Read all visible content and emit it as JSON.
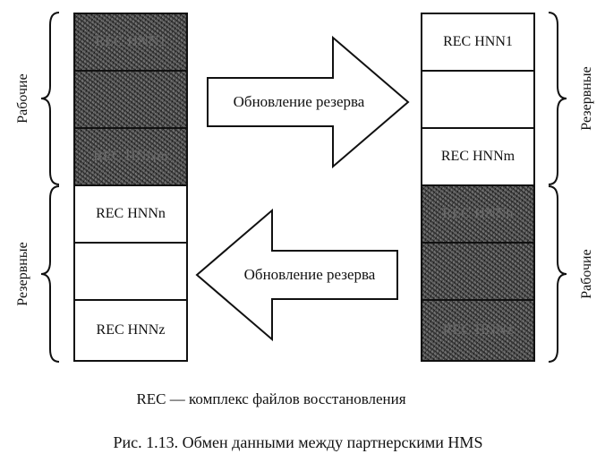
{
  "left_stack": {
    "cells": [
      "REC HNN1",
      "",
      "REC HNNm",
      "REC HNNn",
      "",
      "REC HNNz"
    ],
    "working_label": "Рабочие",
    "reserve_label": "Резервные"
  },
  "right_stack": {
    "cells": [
      "REC HNN1",
      "",
      "REC HNNm",
      "REC HNNn",
      "",
      "REC HNNz"
    ],
    "reserve_label": "Резервные",
    "working_label": "Рабочие"
  },
  "arrows": {
    "right_arrow_label": "Обновление резерва",
    "left_arrow_label": "Обновление резерва"
  },
  "legend": "REC — комплекс файлов восстановления",
  "figure_caption": "Рис. 1.13. Обмен данными между партнерскими HMS"
}
